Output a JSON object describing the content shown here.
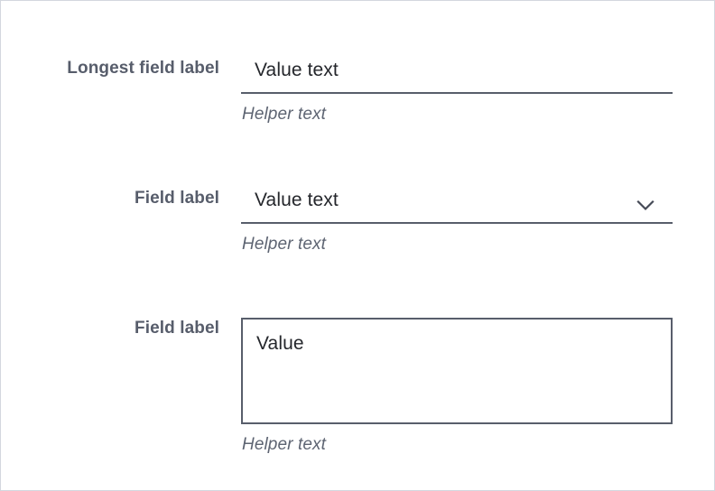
{
  "theme": {
    "background": "#ffffff",
    "frame_border": "#d3d7de",
    "label_color": "#575d6b",
    "value_color": "#24262b",
    "input_line_color": "#585e6b",
    "helper_color": "#5d6472"
  },
  "form": {
    "fields": [
      {
        "label": "Longest field label",
        "type": "text",
        "value": "Value text",
        "helper": "Helper text"
      },
      {
        "label": "Field label",
        "type": "select",
        "value": "Value text",
        "helper": "Helper text",
        "icon": "chevron-down-icon"
      },
      {
        "label": "Field label",
        "type": "textarea",
        "value": "Value",
        "helper": "Helper text"
      }
    ]
  }
}
